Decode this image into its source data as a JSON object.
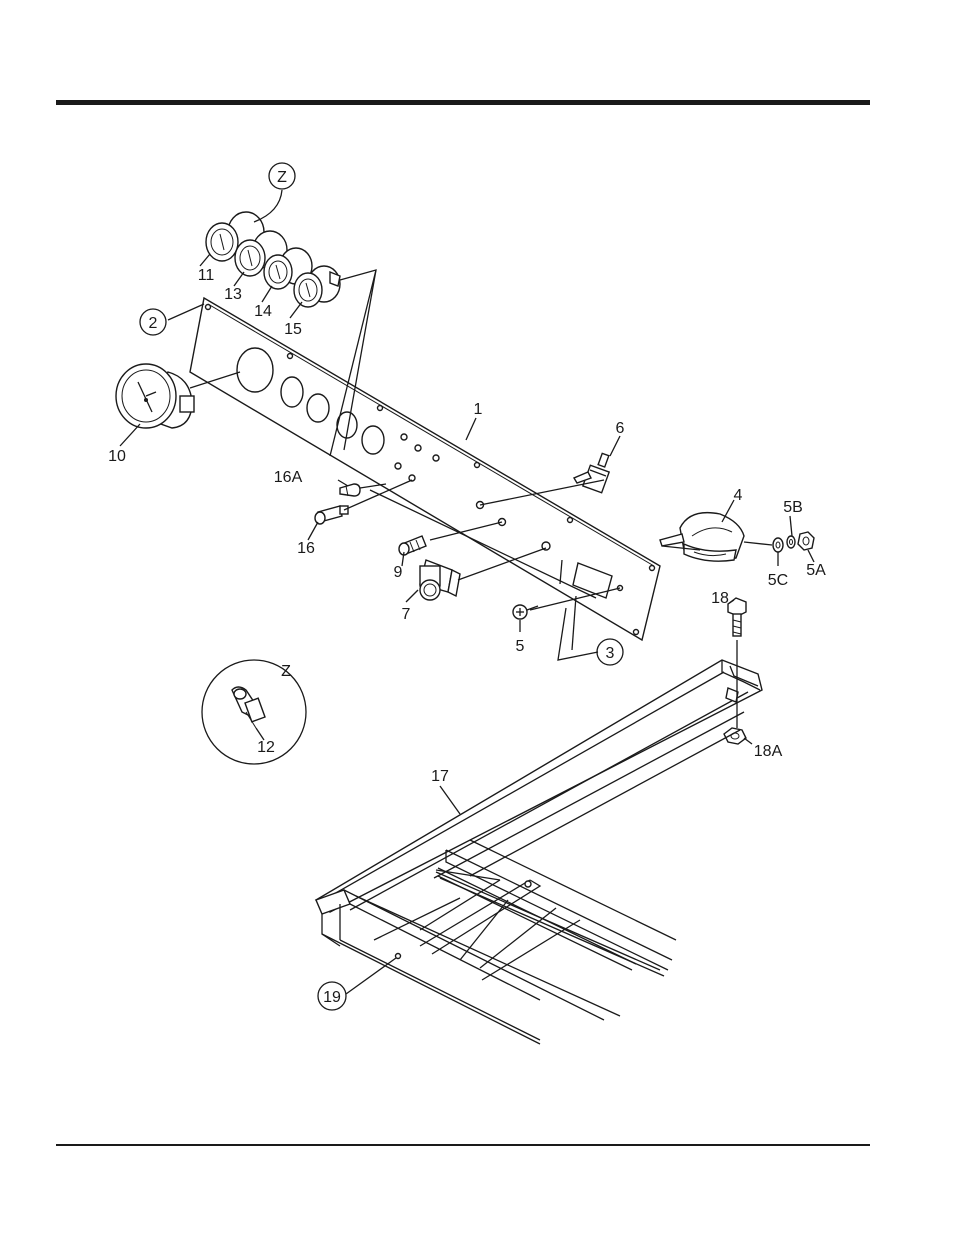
{
  "callouts": {
    "z_top": "Z",
    "p1": "1",
    "p2": "2",
    "p3": "3",
    "p4": "4",
    "p5": "5",
    "p5a": "5A",
    "p5b": "5B",
    "p5c": "5C",
    "p6": "6",
    "p7": "7",
    "p9": "9",
    "p10": "10",
    "p11": "11",
    "p12": "12",
    "p13": "13",
    "p14": "14",
    "p15": "15",
    "p16": "16",
    "p16a": "16A",
    "p17": "17",
    "p18": "18",
    "p18a": "18A",
    "p19": "19",
    "z_detail": "Z"
  },
  "colors": {
    "ink": "#1a1a1a",
    "paper": "#ffffff"
  }
}
